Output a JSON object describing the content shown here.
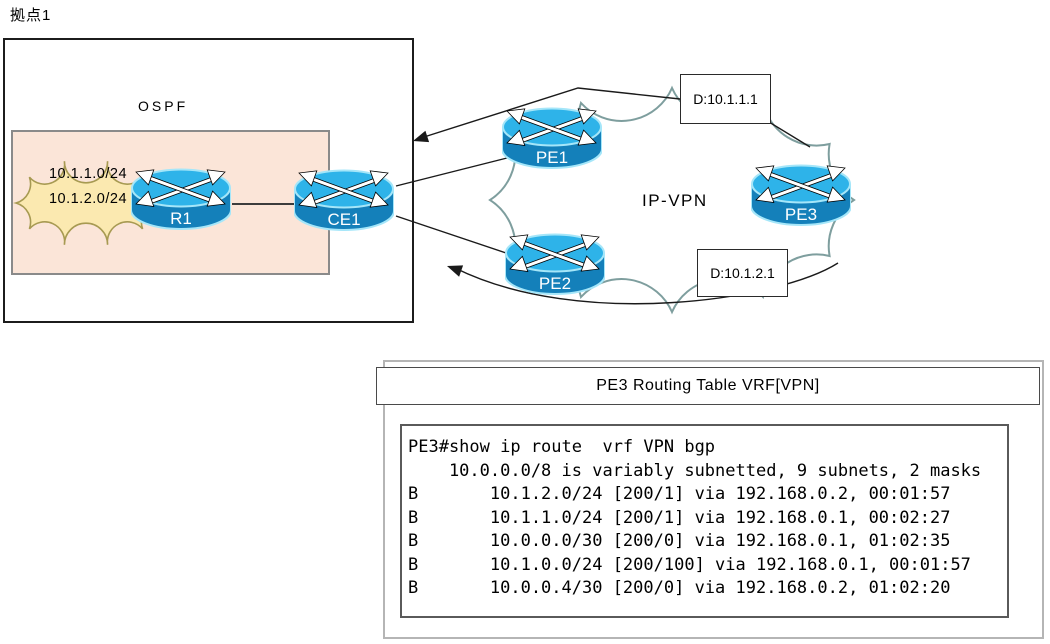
{
  "site": {
    "title": "拠点1",
    "ospf_label": "OSPF",
    "cloud_subnets": [
      "10.1.1.0/24",
      "10.1.2.0/24"
    ],
    "routers": {
      "r1": "R1",
      "ce1": "CE1"
    }
  },
  "vpn": {
    "label": "IP-VPN",
    "routers": {
      "pe1": "PE1",
      "pe2": "PE2",
      "pe3": "PE3"
    },
    "route_tags": [
      {
        "label": "D:10.1.1.1"
      },
      {
        "label": "D:10.1.2.1"
      }
    ]
  },
  "routing_table": {
    "title": "PE3 Routing Table VRF[VPN]",
    "console_lines": [
      "PE3#show ip route  vrf VPN bgp",
      "    10.0.0.0/8 is variably subnetted, 9 subnets, 2 masks",
      "B       10.1.2.0/24 [200/1] via 192.168.0.2, 00:01:57",
      "B       10.1.1.0/24 [200/1] via 192.168.0.1, 00:02:27",
      "B       10.0.0.0/30 [200/0] via 192.168.0.1, 01:02:35",
      "B       10.1.0.0/24 [200/100] via 192.168.0.1, 00:01:57",
      "B       10.0.0.4/30 [200/0] via 192.168.0.2, 01:02:20"
    ]
  },
  "colors": {
    "router_top": "#2eb3e9",
    "router_side": "#1480ba",
    "router_outline": "#a5e6f9",
    "vpn_cloud_stroke": "#7e9e9e",
    "site_cloud_fill": "#fbe9b0",
    "site_cloud_stroke": "#a79a52",
    "ospf_area_fill": "#fbe5d8"
  }
}
